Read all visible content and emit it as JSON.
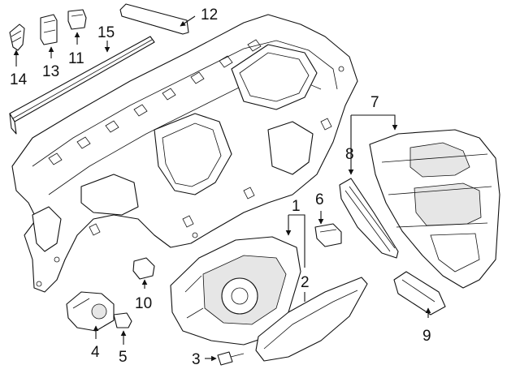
{
  "callouts": [
    "1",
    "2",
    "3",
    "4",
    "5",
    "6",
    "7",
    "8",
    "9",
    "10",
    "11",
    "12",
    "13",
    "14",
    "15"
  ],
  "colors": {
    "line": "#111111",
    "background": "#ffffff",
    "shade": "#e6e6e6"
  }
}
